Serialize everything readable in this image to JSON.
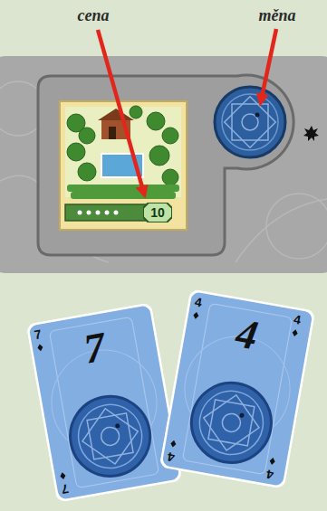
{
  "diagram": {
    "nodes": [
      {
        "text": [
          "10"
        ]
      },
      {
        "text": [
          "7",
          "7",
          "7"
        ]
      },
      {
        "text": [
          "4",
          "4",
          "4",
          "4",
          "4"
        ]
      }
    ],
    "labels": [
      "cena",
      "měna"
    ]
  }
}
